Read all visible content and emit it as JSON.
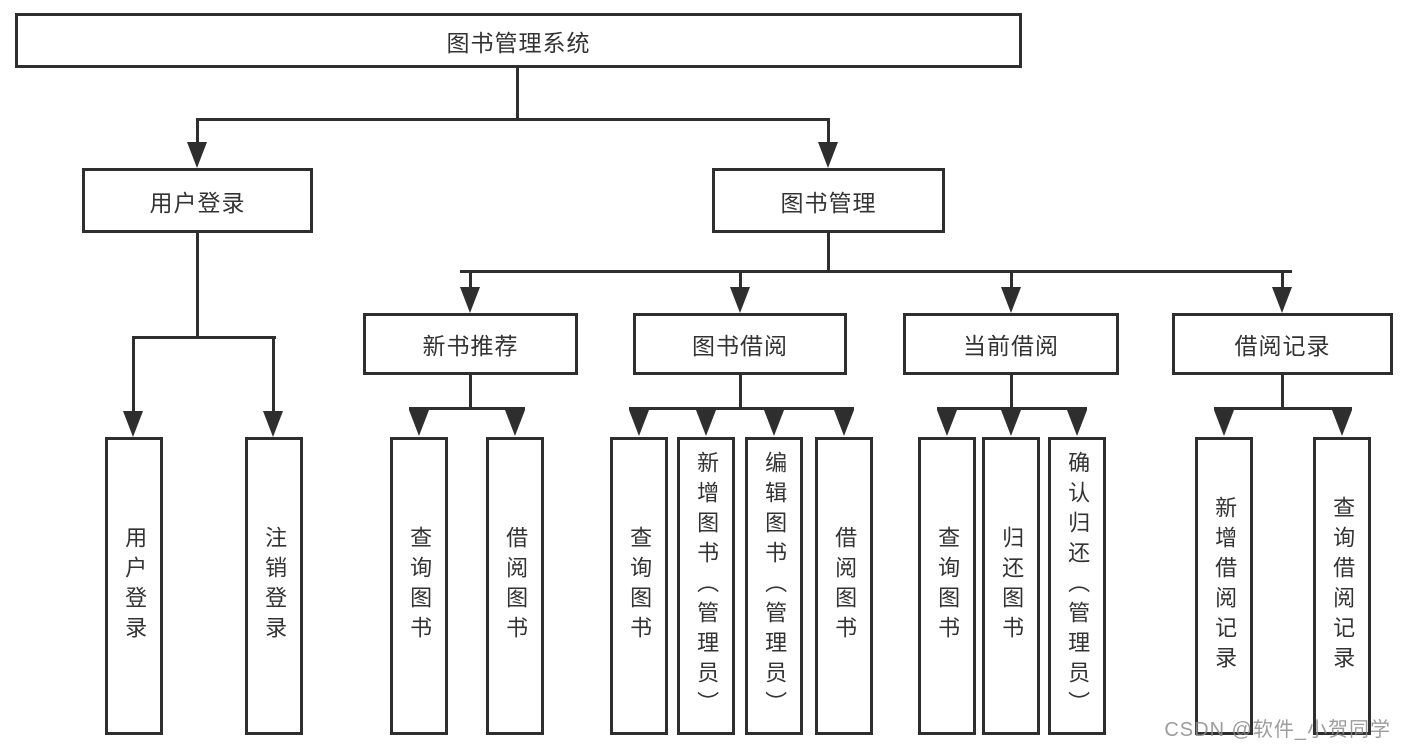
{
  "diagram": {
    "title": "图书管理系统",
    "root": {
      "label": "图书管理系统"
    },
    "level2": [
      {
        "label": "用户登录"
      },
      {
        "label": "图书管理"
      }
    ],
    "level3": [
      {
        "label": "新书推荐",
        "parent": "图书管理"
      },
      {
        "label": "图书借阅",
        "parent": "图书管理"
      },
      {
        "label": "当前借阅",
        "parent": "图书管理"
      },
      {
        "label": "借阅记录",
        "parent": "图书管理"
      }
    ],
    "leaves": [
      {
        "label": "用户登录",
        "parent": "用户登录"
      },
      {
        "label": "注销登录",
        "parent": "用户登录"
      },
      {
        "label": "查询图书",
        "parent": "新书推荐"
      },
      {
        "label": "借阅图书",
        "parent": "新书推荐"
      },
      {
        "label": "查询图书",
        "parent": "图书借阅"
      },
      {
        "label": "新增图书（管理员）",
        "parent": "图书借阅"
      },
      {
        "label": "编辑图书（管理员）",
        "parent": "图书借阅"
      },
      {
        "label": "借阅图书",
        "parent": "图书借阅"
      },
      {
        "label": "查询图书",
        "parent": "当前借阅"
      },
      {
        "label": "归还图书",
        "parent": "当前借阅"
      },
      {
        "label": "确认归还（管理员）",
        "parent": "当前借阅"
      },
      {
        "label": "新增借阅记录",
        "parent": "借阅记录"
      },
      {
        "label": "查询借阅记录",
        "parent": "借阅记录"
      }
    ]
  },
  "watermark": {
    "text": "CSDN @软件_小贺同学"
  },
  "colors": {
    "line": "#2e2e2e",
    "text": "#333333",
    "watermark": "#8c8c8c",
    "background": "#ffffff"
  }
}
